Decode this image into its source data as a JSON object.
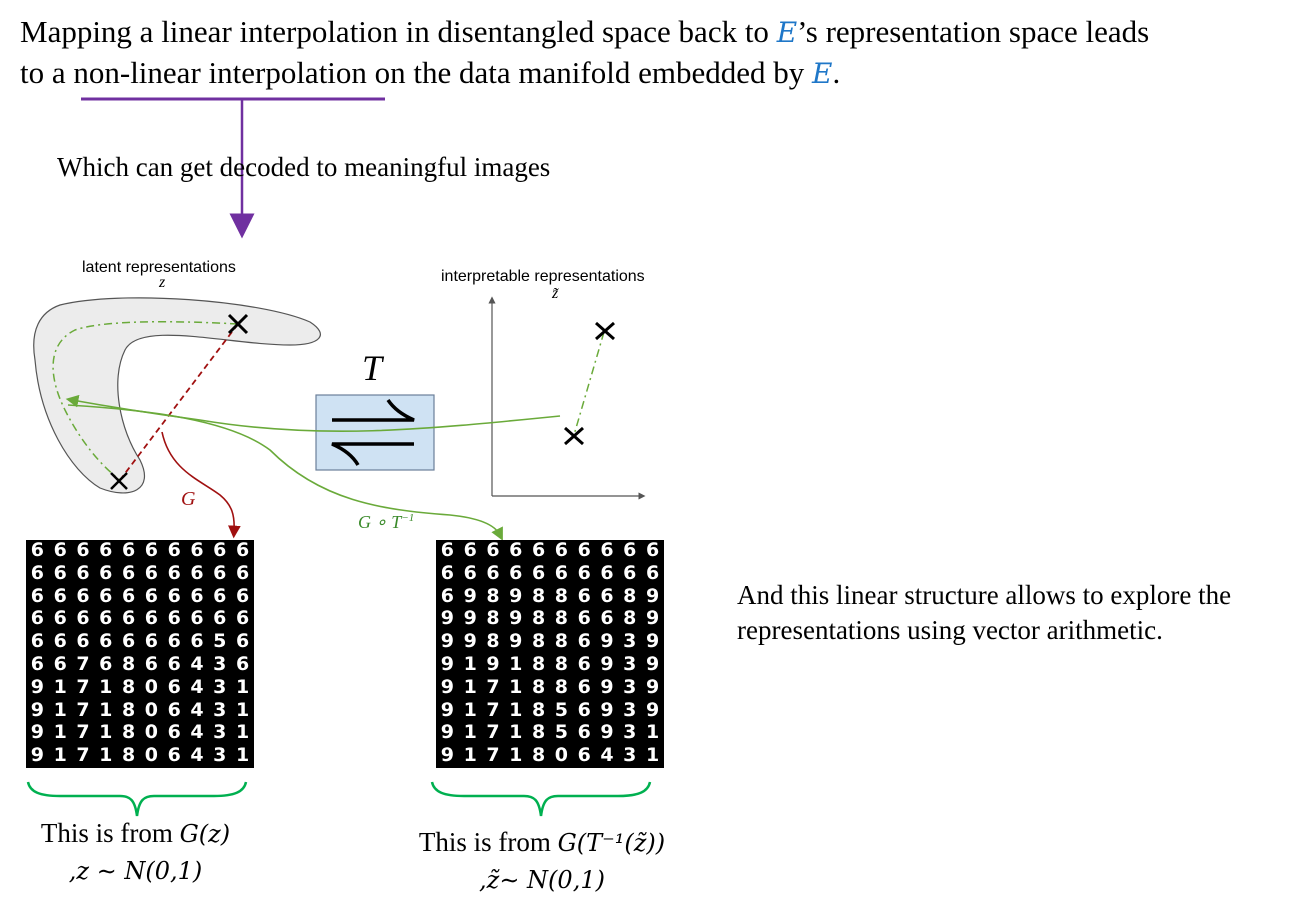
{
  "heading": {
    "line1_a": "Mapping a linear interpolation in disentangled space back to ",
    "line1_E": "E",
    "line1_b": "’s representation space leads",
    "line2_a": "to a non-linear interpolation on the data manifold embedded by ",
    "line2_E": "E",
    "line2_b": "."
  },
  "annotation_decoded": "Which can get decoded to meaningful images",
  "annotation_linear": "And this linear structure allows to explore the representations using vector arithmetic.",
  "diagram": {
    "latent_title": "latent representations",
    "latent_symbol": "z",
    "interp_title": "interpretable representations",
    "interp_symbol": "z̃",
    "t_label": "T",
    "g_label": "G",
    "g_tinv_label": "G ∘ T",
    "g_tinv_sup": "−1"
  },
  "grid_left": [
    "6666666666",
    "6666666666",
    "6666666666",
    "6666666666",
    "6666666656",
    "6676866436",
    "9171806431",
    "9171806431",
    "9171806431",
    "9171806431"
  ],
  "grid_right": [
    "6666666666",
    "6666666666",
    "6989886689",
    "9989886689",
    "9989886939",
    "9191886939",
    "9171886939",
    "9171856939",
    "9171856931",
    "9171806431"
  ],
  "caption_left": {
    "line1_text": "This is from ",
    "line1_math": "G(z)",
    "line2_math": ",z ∼ N(0,1)"
  },
  "caption_right": {
    "line1_text": "This is from ",
    "line1_math": "G(T⁻¹(z̃))",
    "line2_math": ",z̃∼ N(0,1)"
  },
  "colors": {
    "purple": "#7030a0",
    "green": "#00b050",
    "blue_math": "#1f77c8",
    "dark_red": "#a01010",
    "diagram_green": "#6aaa3a",
    "t_box": "#cfe2f3"
  }
}
